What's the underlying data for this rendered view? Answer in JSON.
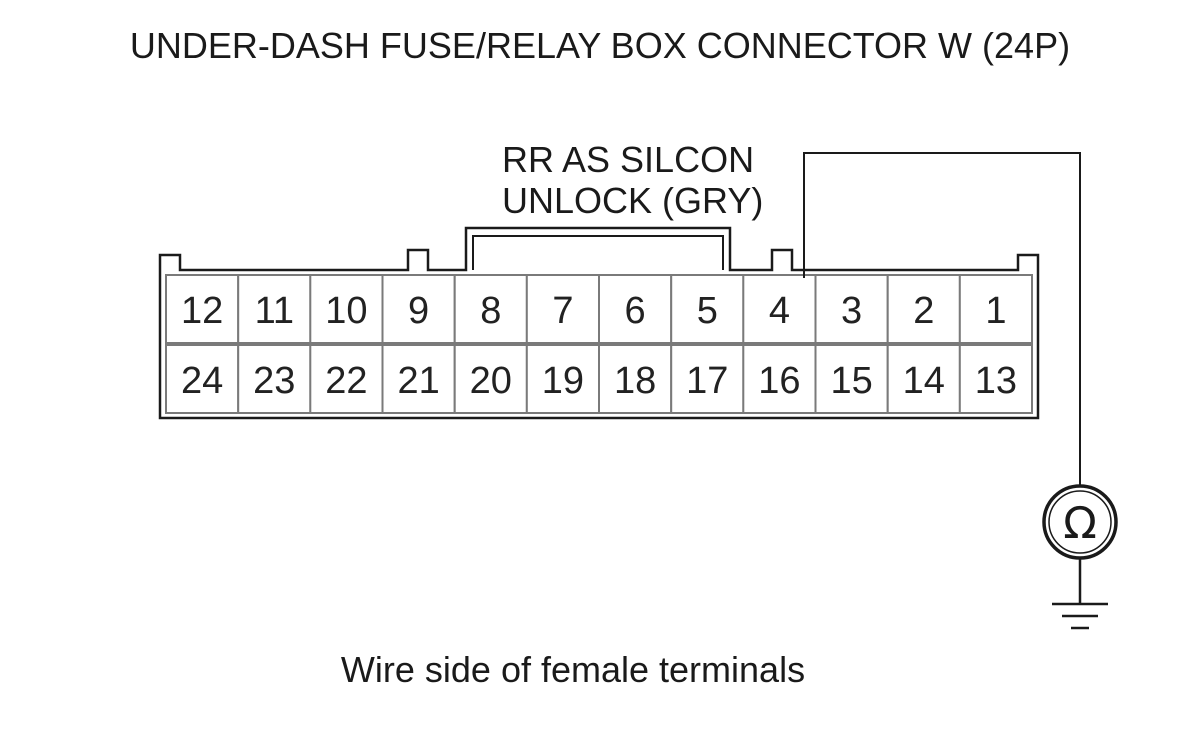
{
  "title": "UNDER-DASH FUSE/RELAY BOX CONNECTOR W (24P)",
  "probe_label": {
    "line1": "RR AS SILCON",
    "line2": "UNLOCK (GRY)"
  },
  "connector": {
    "top_row": [
      "12",
      "11",
      "10",
      "9",
      "8",
      "7",
      "6",
      "5",
      "4",
      "3",
      "2",
      "1"
    ],
    "bottom_row": [
      "24",
      "23",
      "22",
      "21",
      "20",
      "19",
      "18",
      "17",
      "16",
      "15",
      "14",
      "13"
    ],
    "probed_terminal": "4"
  },
  "meter": {
    "symbol": "Ω",
    "icon": "ohmmeter-icon",
    "ground_icon": "ground-icon"
  },
  "caption": "Wire side of female terminals",
  "colors": {
    "line": "#1a1a1a",
    "grid": "#7a7a7a"
  }
}
